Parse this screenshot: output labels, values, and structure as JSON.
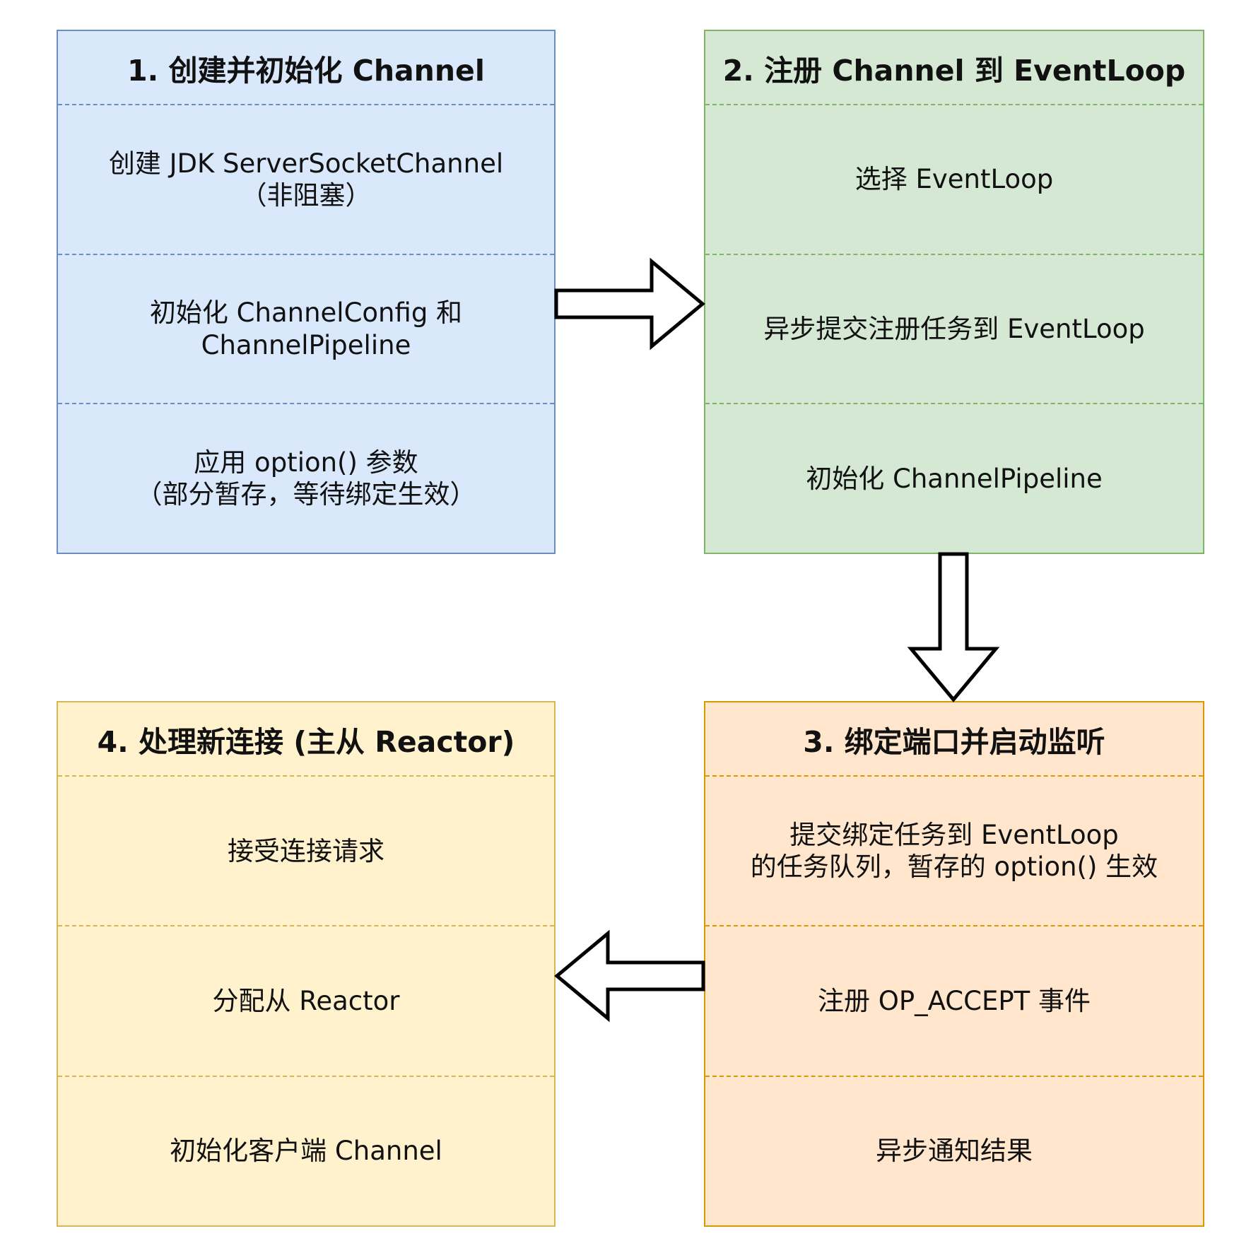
{
  "boxes": [
    {
      "title": "1. 创建并初始化 Channel",
      "fill": "#dae8fc",
      "stroke": "#6c8ebf",
      "rows": [
        "创建 JDK ServerSocketChannel\n（非阻塞）",
        "初始化 ChannelConfig 和\nChannelPipeline",
        "应用 option() 参数\n（部分暂存，等待绑定生效）"
      ]
    },
    {
      "title": "2. 注册 Channel 到 EventLoop",
      "fill": "#d5e8d4",
      "stroke": "#82b366",
      "rows": [
        "选择 EventLoop",
        "异步提交注册任务到 EventLoop",
        "初始化 ChannelPipeline"
      ]
    },
    {
      "title": "3. 绑定端口并启动监听",
      "fill": "#ffe6cc",
      "stroke": "#d79b00",
      "rows": [
        "提交绑定任务到 EventLoop\n的任务队列，暂存的 option() 生效",
        "注册 OP_ACCEPT 事件",
        "异步通知结果"
      ]
    },
    {
      "title": "4. 处理新连接 (主从 Reactor)",
      "fill": "#fff2cc",
      "stroke": "#d6b656",
      "rows": [
        "接受连接请求",
        "分配从 Reactor",
        "初始化客户端 Channel"
      ]
    }
  ]
}
